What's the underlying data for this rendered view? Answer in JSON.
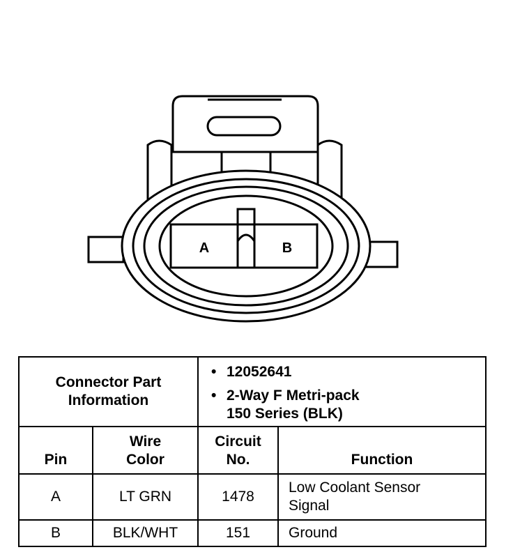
{
  "diagram": {
    "pins": [
      {
        "id": "A",
        "label": "A"
      },
      {
        "id": "B",
        "label": "B"
      }
    ]
  },
  "table": {
    "part_info_label": [
      "Connector Part",
      "Information"
    ],
    "part_numbers": [
      {
        "bullet": "•",
        "lines": [
          "12052641"
        ]
      },
      {
        "bullet": "•",
        "lines": [
          "2-Way F Metri-pack",
          "150 Series (BLK)"
        ]
      }
    ],
    "headers": {
      "pin": "Pin",
      "wire_color": [
        "Wire",
        "Color"
      ],
      "circuit_no": [
        "Circuit",
        "No."
      ],
      "function": "Function"
    },
    "rows": [
      {
        "pin": "A",
        "wire_color": "LT GRN",
        "circuit": "1478",
        "function": [
          "Low Coolant Sensor",
          "Signal"
        ]
      },
      {
        "pin": "B",
        "wire_color": "BLK/WHT",
        "circuit": "151",
        "function": [
          "Ground"
        ]
      }
    ]
  }
}
